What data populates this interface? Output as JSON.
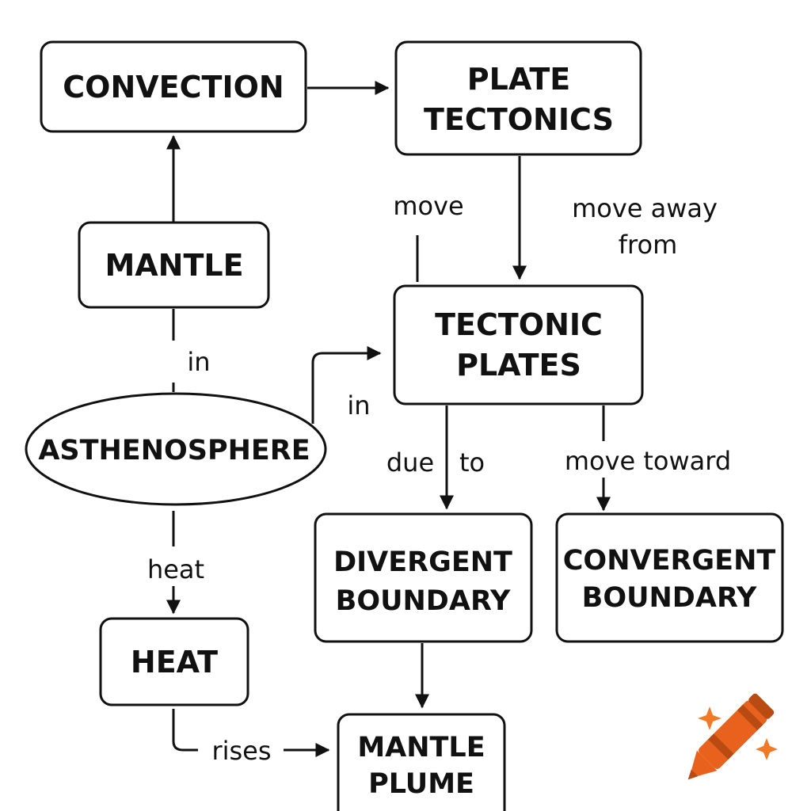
{
  "nodes": {
    "convection": [
      "CONVECTION"
    ],
    "plate_tectonics": [
      "PLATE",
      "TECTONICS"
    ],
    "mantle": [
      "MANTLE"
    ],
    "tectonic_plates": [
      "TECTONIC",
      "PLATES"
    ],
    "asthenosphere": [
      "ASTHENOSPHERE"
    ],
    "divergent_boundary": [
      "DIVERGENT",
      "BOUNDARY"
    ],
    "convergent_boundary": [
      "CONVERGENT",
      "BOUNDARY"
    ],
    "heat": [
      "HEAT"
    ],
    "mantle_plume": [
      "MANTLE",
      "PLUME"
    ]
  },
  "edges": {
    "move": "move",
    "move_away_from": [
      "move away",
      "from"
    ],
    "in_mantle": "in",
    "in_plates": "in",
    "due_to": [
      "due",
      "to"
    ],
    "move_toward": "move toward",
    "heat": "heat",
    "rises": "rises"
  },
  "colors": {
    "ink": "#111111",
    "crayon_body": "#e8621d",
    "crayon_dark": "#b84a12",
    "sparkle": "#f07a28"
  },
  "icons": {
    "logo": "crayon-sparkle-icon"
  }
}
